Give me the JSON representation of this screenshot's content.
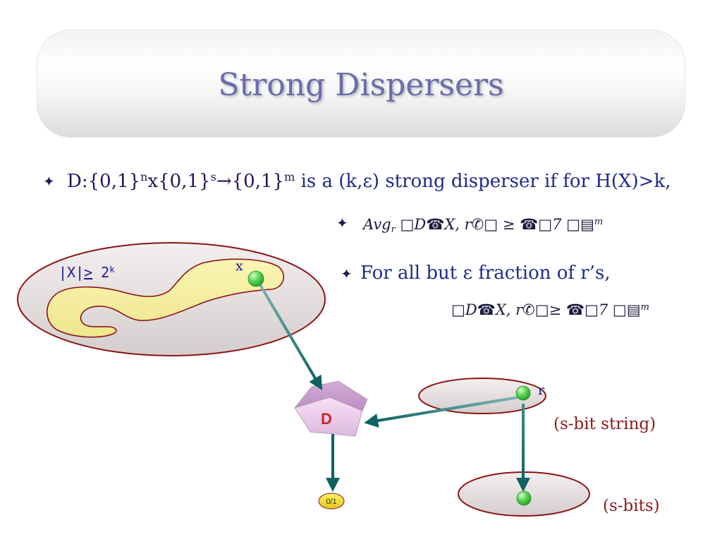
{
  "slide": {
    "title": "Strong Dispersers",
    "bullet_glyph": "✦",
    "definition": {
      "domain_part": "D:{0,1}",
      "n_exp": "n",
      "seed_part": "x{0,1}",
      "s_exp": "s",
      "range_part": "→{0,1}",
      "m_exp": "m",
      "statement": " is a (k,ε) strong disperser if for H(X)>k,"
    },
    "average_condition": {
      "avg": "Avg",
      "avg_sub": "r",
      "expression": " □D☎X, r✆□ ≥ ☎□7 □▤",
      "m_exp": "m"
    },
    "fraction_bullet": "For all but ε fraction of r’s,",
    "pointwise_condition": {
      "expression": "□D☎X, r✆□≥ ☎□7 □▤",
      "m_exp": "m"
    }
  },
  "diagram": {
    "set_size_label": {
      "lhs": "|X|",
      "relation": ">",
      "rhs": "2",
      "rhs_exp": "k"
    },
    "source_point_label": "x",
    "disperser_label": "D",
    "seed_point_label": "r",
    "seed_caption": "(s-bit string)",
    "output_label": "0/1",
    "output_caption": "(s-bits)"
  },
  "colors": {
    "title": "#6b6bad",
    "dark-navy": "#1b1b5c",
    "navy": "#1f2a8a",
    "dark-red": "#8b1a1a",
    "label-red": "#cc2222",
    "set-stroke": "#8b1414",
    "arrow-teal": "#0e6262",
    "dot-green": "#3cc43c",
    "blob-yellow": "#f5eda0"
  }
}
